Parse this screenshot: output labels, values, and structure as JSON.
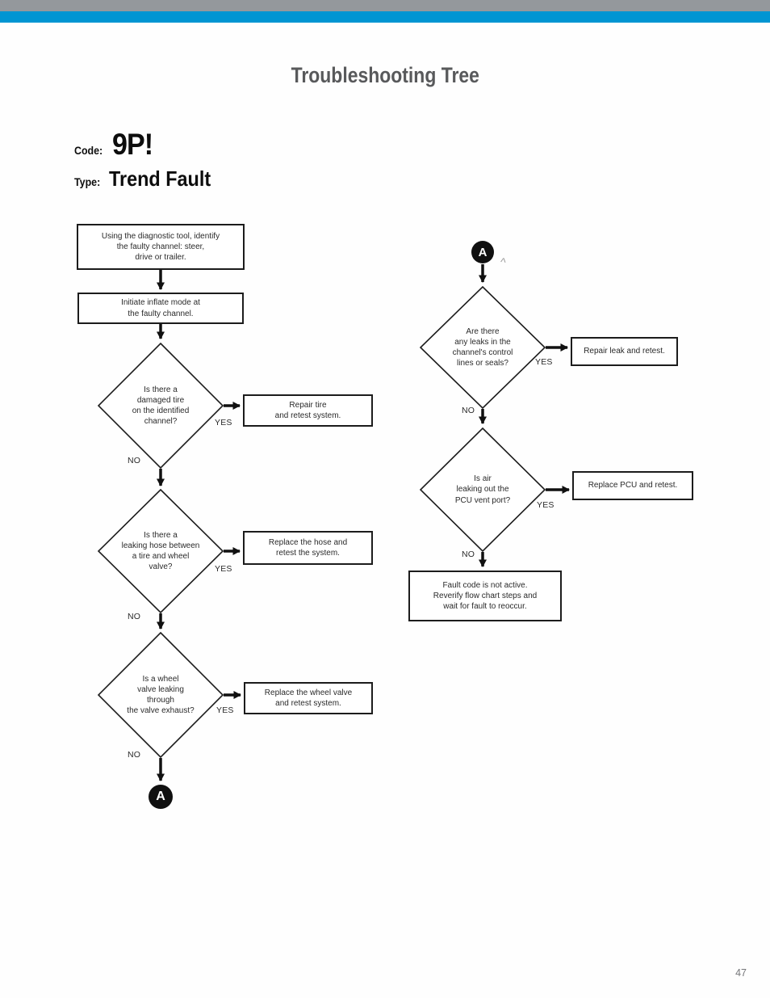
{
  "header": {
    "bar_colors": {
      "gray": "#94989C",
      "blue": "#0095D2"
    }
  },
  "page": {
    "title": "Troubleshooting Tree",
    "page_number": "47"
  },
  "fault": {
    "code_label": "Code:",
    "code_value": "9P!",
    "type_label": "Type:",
    "type_value": "Trend Fault"
  },
  "labels": {
    "yes": "YES",
    "no": "NO",
    "connector": "A"
  },
  "flowchart": {
    "left": {
      "start": "Using the diagnostic tool, identify\nthe faulty channel: steer,\ndrive or trailer.",
      "step2": "Initiate inflate mode at\nthe faulty channel.",
      "decision1": "Is there a\ndamaged tire\non the identified\nchannel?",
      "action1": "Repair tire\nand retest system.",
      "decision2": "Is there a\nleaking hose between\na tire and wheel\nvalve?",
      "action2": "Replace the hose and\nretest the system.",
      "decision3": "Is a wheel\nvalve leaking\nthrough\nthe valve exhaust?",
      "action3": "Replace the wheel valve\nand retest system."
    },
    "right": {
      "decision1": "Are there\nany leaks in the\nchannel's control\nlines or seals?",
      "action1": "Repair leak and retest.",
      "decision2": "Is air\nleaking out the\nPCU vent port?",
      "action2": "Replace PCU and retest.",
      "end": "Fault code is not active.\nReverify flow chart steps and\nwait for fault to reoccur."
    }
  },
  "artifacts": {
    "caret": "^"
  }
}
